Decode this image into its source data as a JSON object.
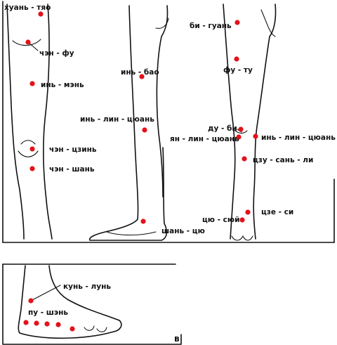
{
  "figure": {
    "panel_letter": "в",
    "colors": {
      "point": "#e3121a",
      "line": "#111111",
      "background": "#ffffff"
    }
  },
  "views": {
    "front": {
      "points": [
        {
          "label": "хуань - тяо"
        },
        {
          "label": "чэн - фу"
        },
        {
          "label": "инь - мэнь"
        },
        {
          "label": "чэн - цзинь"
        },
        {
          "label": "чэн - шань"
        }
      ]
    },
    "inner": {
      "points": [
        {
          "label": "инь - бао"
        },
        {
          "label": "инь - лин - цюань"
        },
        {
          "label": "шань - цю"
        }
      ]
    },
    "side": {
      "points": [
        {
          "label": "би - гуань"
        },
        {
          "label": "фу - ту"
        },
        {
          "label": "ду - би"
        },
        {
          "label": "ян - лин - цюань"
        },
        {
          "label": "инь - лин - цюань"
        },
        {
          "label": "цзу - сань - ли"
        },
        {
          "label": "цзе - си"
        },
        {
          "label": "цю - сюй"
        }
      ]
    },
    "foot": {
      "points": [
        {
          "label": "кунь - лунь"
        },
        {
          "label": "пу - шэнь"
        }
      ]
    }
  }
}
